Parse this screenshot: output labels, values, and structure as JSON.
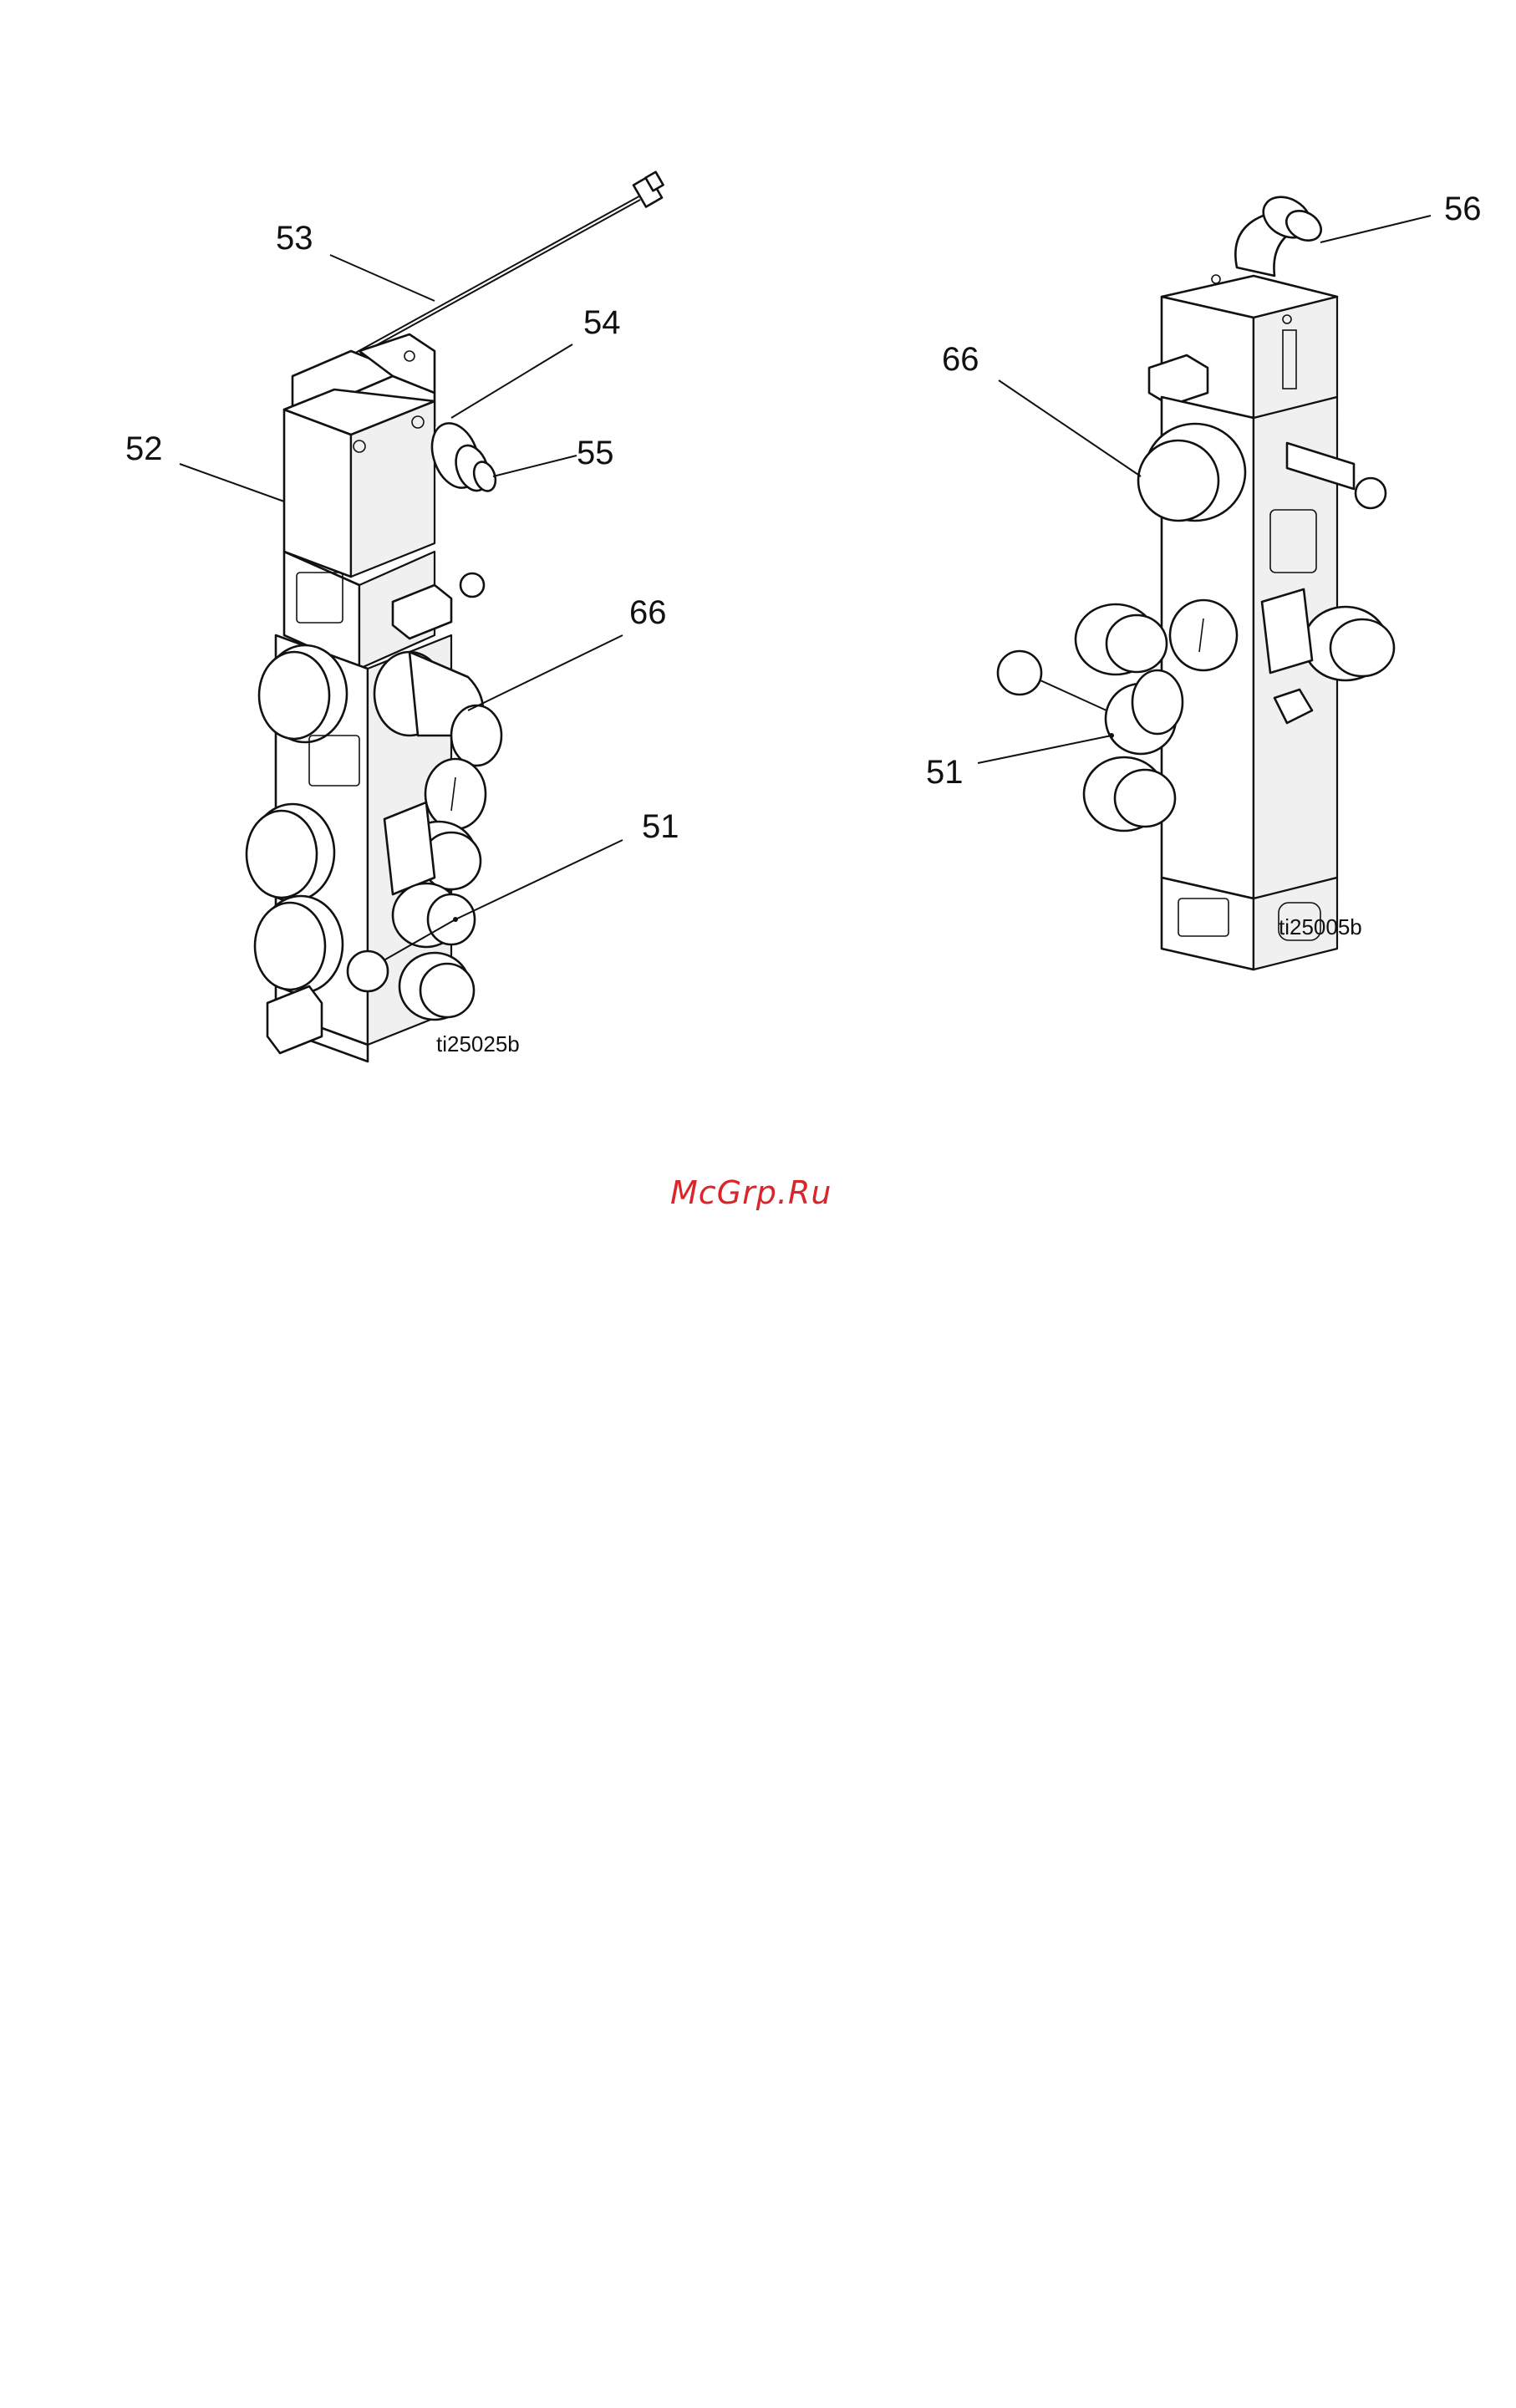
{
  "left_figure": {
    "figure_id": "ti25025b",
    "callouts": [
      "53",
      "54",
      "55",
      "52",
      "66",
      "51"
    ]
  },
  "right_figure": {
    "figure_id": "ti25005b",
    "callouts": [
      "56",
      "66",
      "51"
    ]
  },
  "watermark": "McGrp.Ru",
  "colors": {
    "watermark": "#d8262b",
    "line": "#111111"
  }
}
